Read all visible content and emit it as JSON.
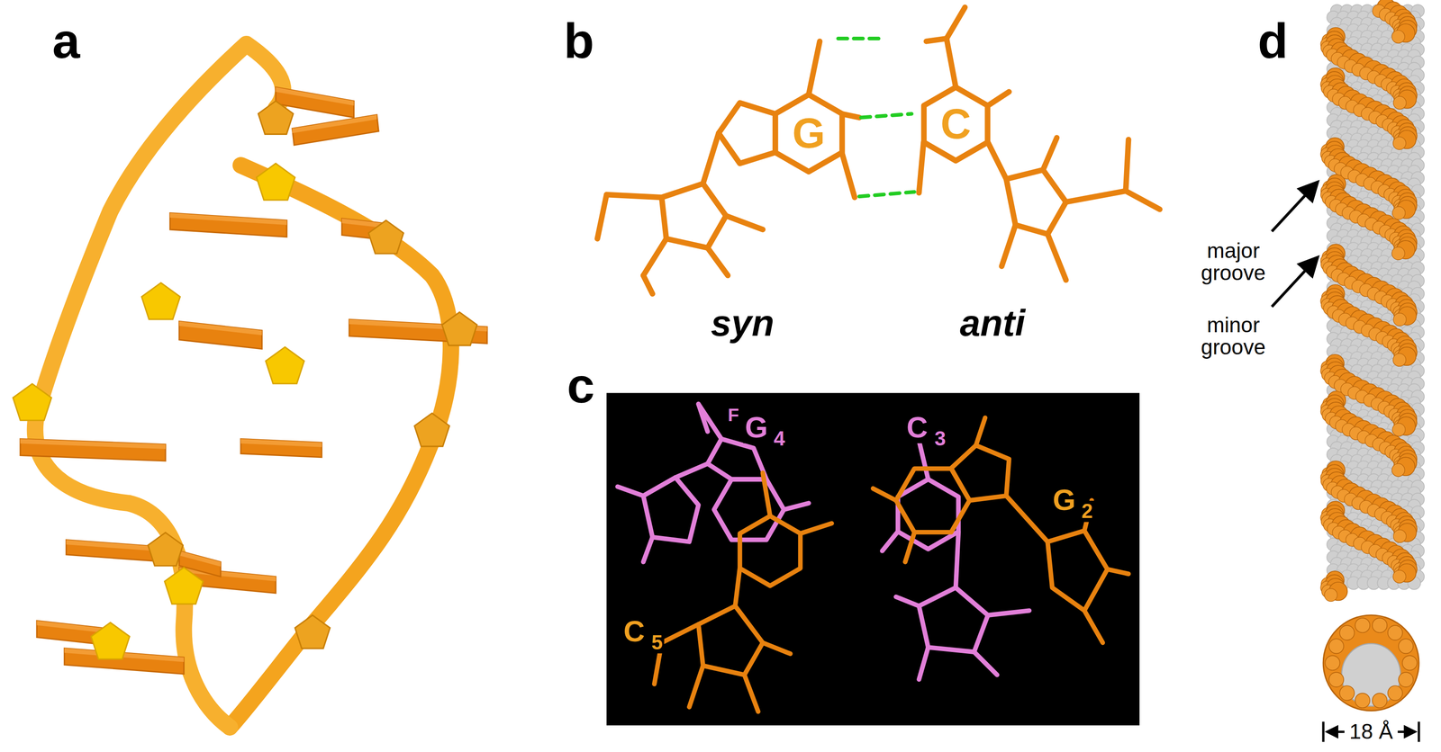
{
  "diagram": {
    "labels": [
      "a",
      "b",
      "G",
      "C",
      "syn",
      "anti",
      "c",
      "F",
      "G",
      "4",
      "C",
      "3",
      "G",
      "2",
      "C",
      "5",
      "d",
      "major groove",
      "minor groove",
      "18 Å"
    ]
  }
}
